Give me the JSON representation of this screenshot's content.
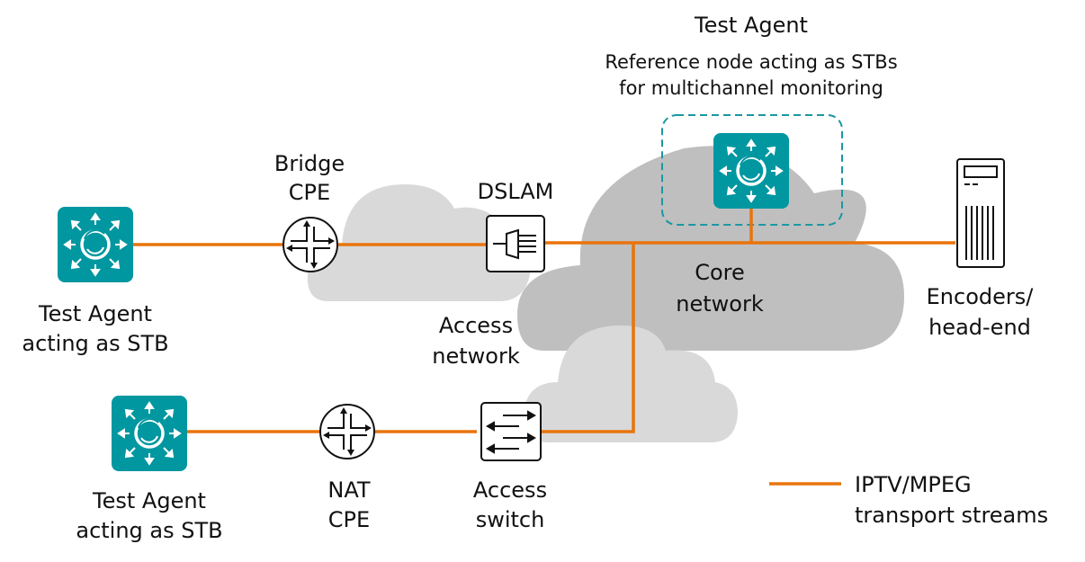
{
  "colors": {
    "stream": "#e8740c",
    "agent": "#0097a0",
    "cloud_light": "#d9d9d9",
    "cloud_dark": "#bfbfbf",
    "dashed_box": "#1a97a3",
    "device_stroke": "#111111"
  },
  "reference_agent": {
    "title": "Test Agent",
    "desc_line1": "Reference node acting as STBs",
    "desc_line2": "for multichannel monitoring",
    "icon": "test-agent-icon"
  },
  "agent_top": {
    "line1": "Test Agent",
    "line2": "acting as STB",
    "icon": "test-agent-icon"
  },
  "agent_bottom": {
    "line1": "Test Agent",
    "line2": "acting as STB",
    "icon": "test-agent-icon"
  },
  "bridge_cpe": {
    "line1": "Bridge",
    "line2": "CPE",
    "icon": "router-icon"
  },
  "nat_cpe": {
    "line1": "NAT",
    "line2": "CPE",
    "icon": "router-icon"
  },
  "dslam": {
    "label": "DSLAM",
    "icon": "dslam-icon"
  },
  "access_switch": {
    "line1": "Access",
    "line2": "switch",
    "icon": "switch-icon"
  },
  "access_network": {
    "line1": "Access",
    "line2": "network"
  },
  "core_network": {
    "line1": "Core",
    "line2": "network"
  },
  "encoders": {
    "line1": "Encoders/",
    "line2": "head-end",
    "icon": "server-icon"
  },
  "legend": {
    "line1": "IPTV/MPEG",
    "line2": "transport streams"
  }
}
